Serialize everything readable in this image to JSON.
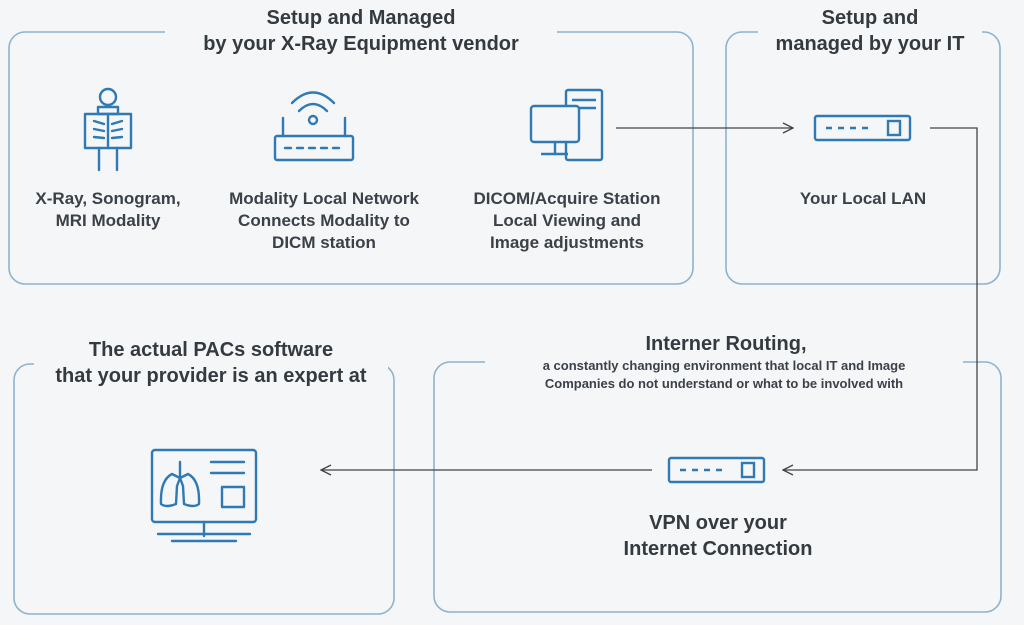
{
  "colors": {
    "accent": "#2f79b5",
    "border": "#8fb2cd",
    "text": "#333a40",
    "arrow": "#444444",
    "background": "#f5f6f7"
  },
  "vendor_box": {
    "title_line1": "Setup and Managed",
    "title_line2": "by your X-Ray Equipment vendor",
    "modality": {
      "icon": "xray-person-icon",
      "line1": "X-Ray, Sonogram,",
      "line2": "MRI Modality"
    },
    "network": {
      "icon": "wifi-router-icon",
      "line1": "Modality Local Network",
      "line2": "Connects Modality to",
      "line3": "DICM station"
    },
    "station": {
      "icon": "desktop-computer-icon",
      "line1": "DICOM/Acquire Station",
      "line2": "Local Viewing and",
      "line3": "Image adjustments"
    }
  },
  "it_box": {
    "title_line1": "Setup and",
    "title_line2": "managed by your IT",
    "lan": {
      "icon": "network-switch-icon",
      "label": "Your Local LAN"
    }
  },
  "routing_box": {
    "title": "Interner Routing,",
    "subtitle_line1": "a constantly changing environment that local IT and Image",
    "subtitle_line2": "Companies do not understand or what to be involved with",
    "vpn": {
      "icon": "vpn-switch-icon",
      "line1": "VPN over your",
      "line2": "Internet Connection"
    }
  },
  "pacs_box": {
    "title_line1": "The actual PACs software",
    "title_line2": "that your provider is an expert at",
    "icon": "lung-monitor-icon"
  }
}
